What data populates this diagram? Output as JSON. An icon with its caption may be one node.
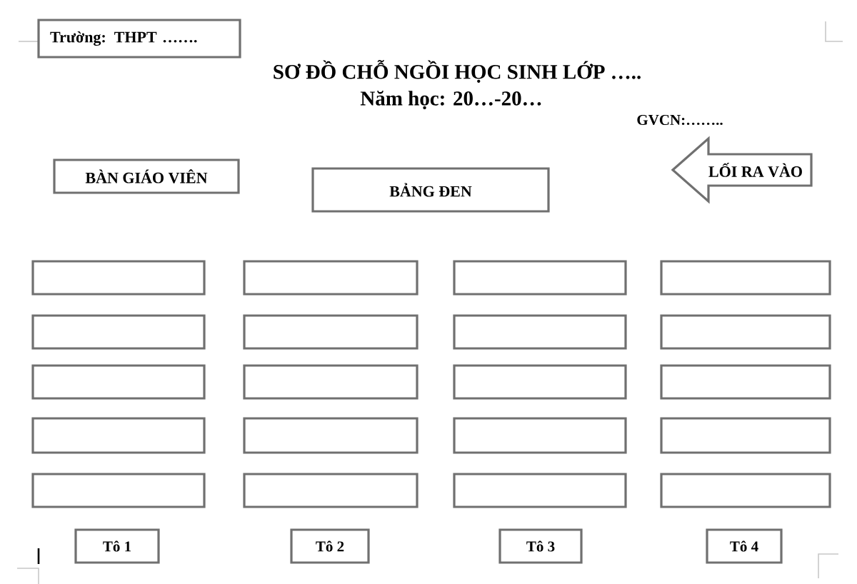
{
  "diagram": {
    "title": "SƠ ĐỒ CHỖ NGỒI HỌC SINH LỚP …..",
    "nodes": [
      {
        "text": [
          "Trường: THPT ……."
        ]
      },
      {
        "text": [
          "BÀN GIÁO VIÊN"
        ]
      },
      {
        "text": [
          "BẢNG ĐEN"
        ]
      },
      {
        "text": [
          "LỐI RA VÀO"
        ]
      },
      {
        "text": [],
        "shape": "box"
      },
      {
        "text": [],
        "shape": "box"
      },
      {
        "text": [],
        "shape": "box"
      },
      {
        "text": [],
        "shape": "box"
      },
      {
        "text": [],
        "shape": "box"
      },
      {
        "text": [],
        "shape": "box"
      },
      {
        "text": [],
        "shape": "box"
      },
      {
        "text": [],
        "shape": "box"
      },
      {
        "text": [],
        "shape": "box"
      },
      {
        "text": [],
        "shape": "box"
      },
      {
        "text": [],
        "shape": "box"
      },
      {
        "text": [],
        "shape": "box"
      },
      {
        "text": [],
        "shape": "box"
      },
      {
        "text": [],
        "shape": "box"
      },
      {
        "text": [],
        "shape": "box"
      },
      {
        "text": [],
        "shape": "box"
      },
      {
        "text": [],
        "shape": "box"
      },
      {
        "text": [],
        "shape": "box"
      },
      {
        "text": [],
        "shape": "box"
      },
      {
        "text": [],
        "shape": "box"
      },
      {
        "text": [
          "Tô 1"
        ]
      },
      {
        "text": [
          "Tô 2"
        ]
      },
      {
        "text": [
          "Tô 3"
        ]
      },
      {
        "text": [
          "Tô 4"
        ]
      }
    ],
    "labels": [
      "Năm học: 20…-20…",
      "GVCN:…….."
    ]
  }
}
